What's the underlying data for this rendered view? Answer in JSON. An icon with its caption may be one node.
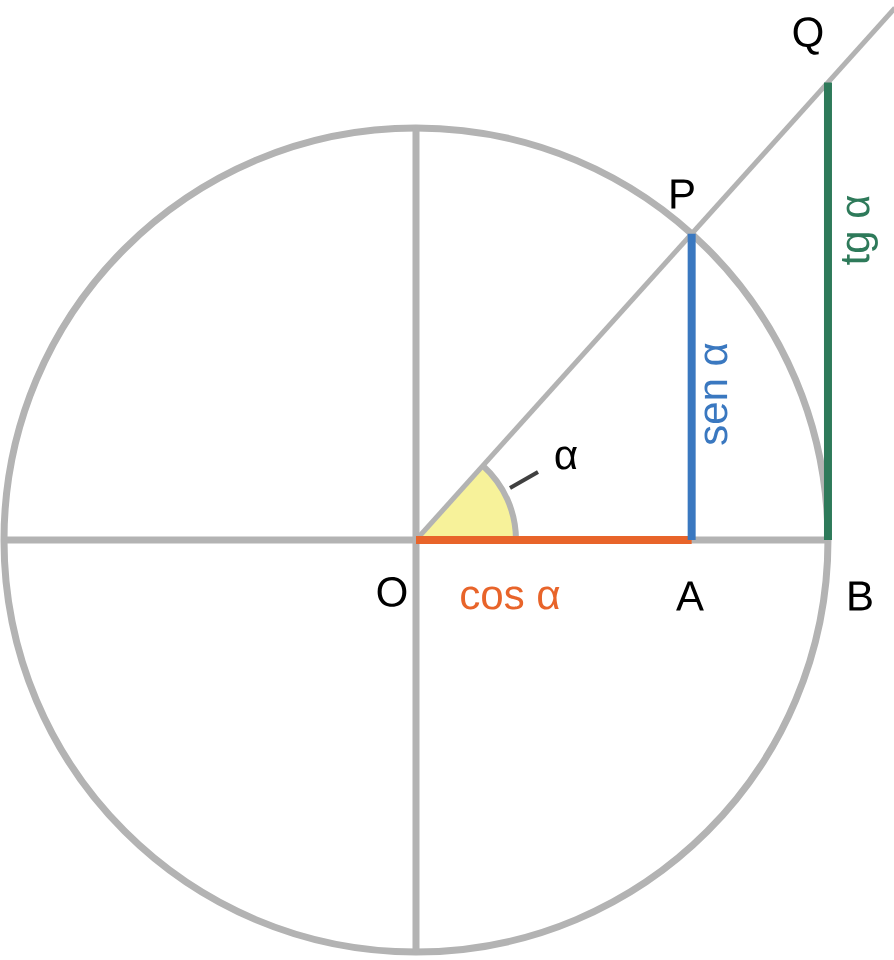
{
  "diagram": {
    "labels": [
      "Q",
      "P",
      "α",
      "O",
      "cos α",
      "A",
      "B",
      "sen α",
      "tg α"
    ]
  }
}
